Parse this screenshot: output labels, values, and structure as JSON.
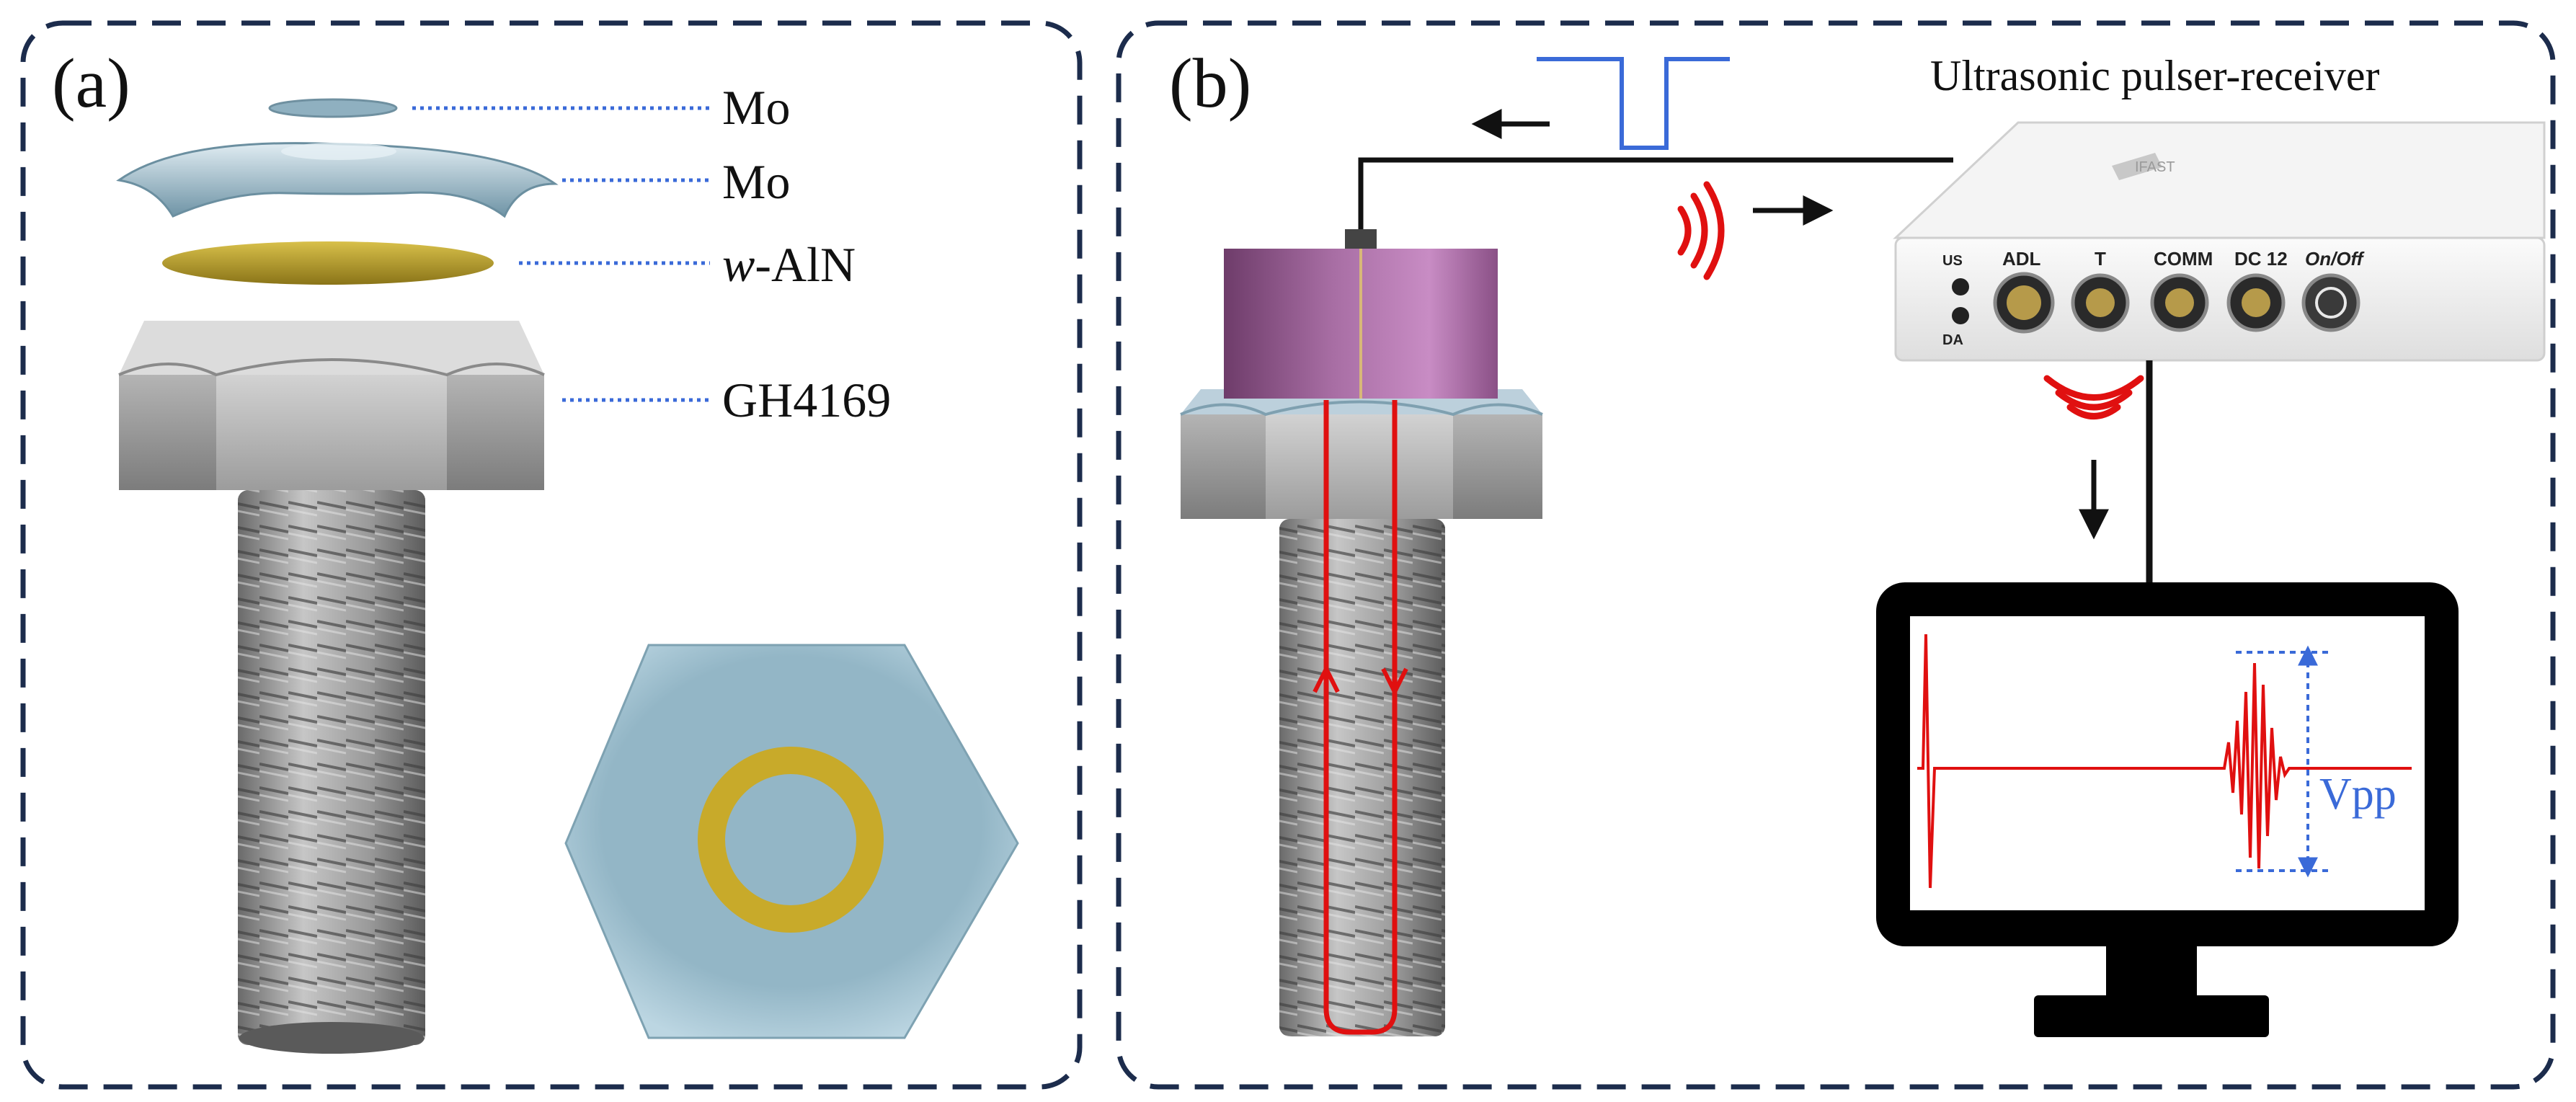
{
  "panel_a": {
    "tag": "(a)",
    "layers": [
      {
        "label": "Mo"
      },
      {
        "label": "Mo"
      },
      {
        "label_italic": "w",
        "label_rest": "-AlN"
      },
      {
        "label": "GH4169"
      }
    ]
  },
  "panel_b": {
    "tag": "(b)",
    "device_title": "Ultrasonic pulser-receiver",
    "ports": [
      "ADL",
      "T",
      "COMM",
      "DC 12",
      "On/Off"
    ],
    "side_labels": [
      "US",
      "DA"
    ],
    "brand": "IFAST",
    "measure_label": "Vpp"
  },
  "colors": {
    "frame": "#1c2c4c",
    "leader": "#3a6ad8",
    "pulse": "#3a6ad8",
    "signal": "#e01010",
    "film": "#c8aa2a",
    "electrode": "#9fc0cf",
    "sensor": "#a46aa0"
  }
}
